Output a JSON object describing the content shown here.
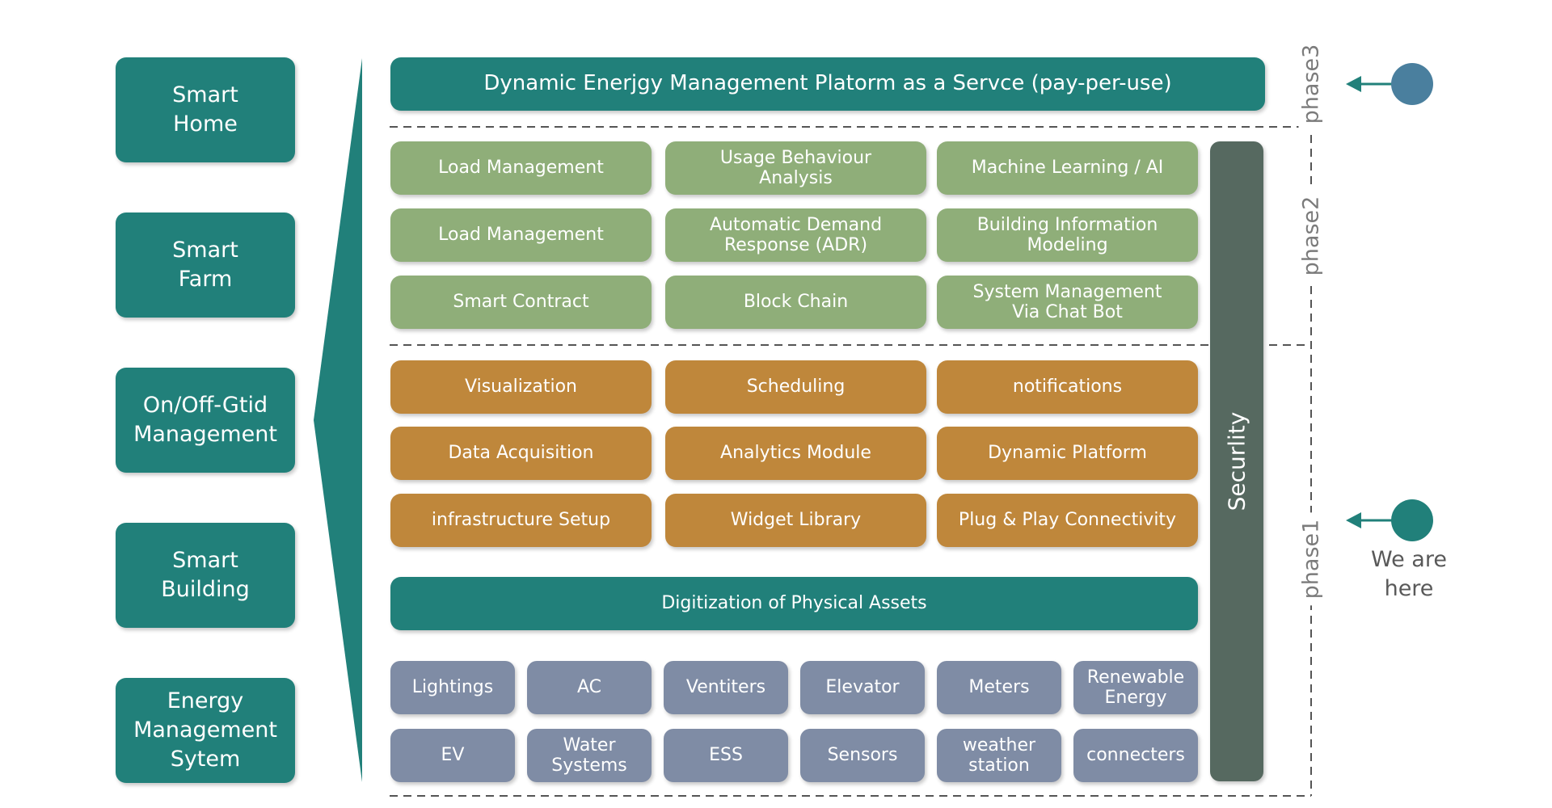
{
  "left_column": [
    {
      "id": "smart-home",
      "label": "Smart\nHome"
    },
    {
      "id": "smart-farm",
      "label": "Smart\nFarm"
    },
    {
      "id": "grid-management",
      "label": "On/Off-Gtid\nManagement"
    },
    {
      "id": "smart-building",
      "label": "Smart\nBuilding"
    },
    {
      "id": "energy-management",
      "label": "Energy\nManagement\nSytem"
    }
  ],
  "platform_bar": "Dynamic Enerjgy Management Platorm as a Servce (pay-per-use)",
  "phase2_modules": [
    [
      "Load Management",
      "Usage Behaviour\nAnalysis",
      "Machine Learning / AI"
    ],
    [
      "Load Management",
      "Automatic Demand\nResponse (ADR)",
      "Building Information\nModeling"
    ],
    [
      "Smart Contract",
      "Block Chain",
      "System Management\nVia Chat Bot"
    ]
  ],
  "phase1_modules": [
    [
      "Visualization",
      "Scheduling",
      "notifications"
    ],
    [
      "Data Acquisition",
      "Analytics Module",
      "Dynamic Platform"
    ],
    [
      "infrastructure Setup",
      "Widget Library",
      "Plug & Play Connectivity"
    ]
  ],
  "digitization_bar": "Digitization of Physical Assets",
  "assets": [
    [
      "Lightings",
      "AC",
      "Ventiters",
      "Elevator",
      "Meters",
      "Renewable\nEnergy"
    ],
    [
      "EV",
      "Water\nSystems",
      "ESS",
      "Sensors",
      "weather\nstation",
      "connecters"
    ]
  ],
  "security_label": "Securlity",
  "phases": [
    "phase3",
    "phase2",
    "phase1"
  ],
  "we_are_here": "We are\nhere",
  "colors": {
    "teal": "#21807a",
    "green": "#8fae79",
    "orange": "#bf873b",
    "gray": "#7f8ca5",
    "security": "#566960",
    "marker_phase3": "#4a7f9e",
    "marker_current": "#21807a"
  }
}
